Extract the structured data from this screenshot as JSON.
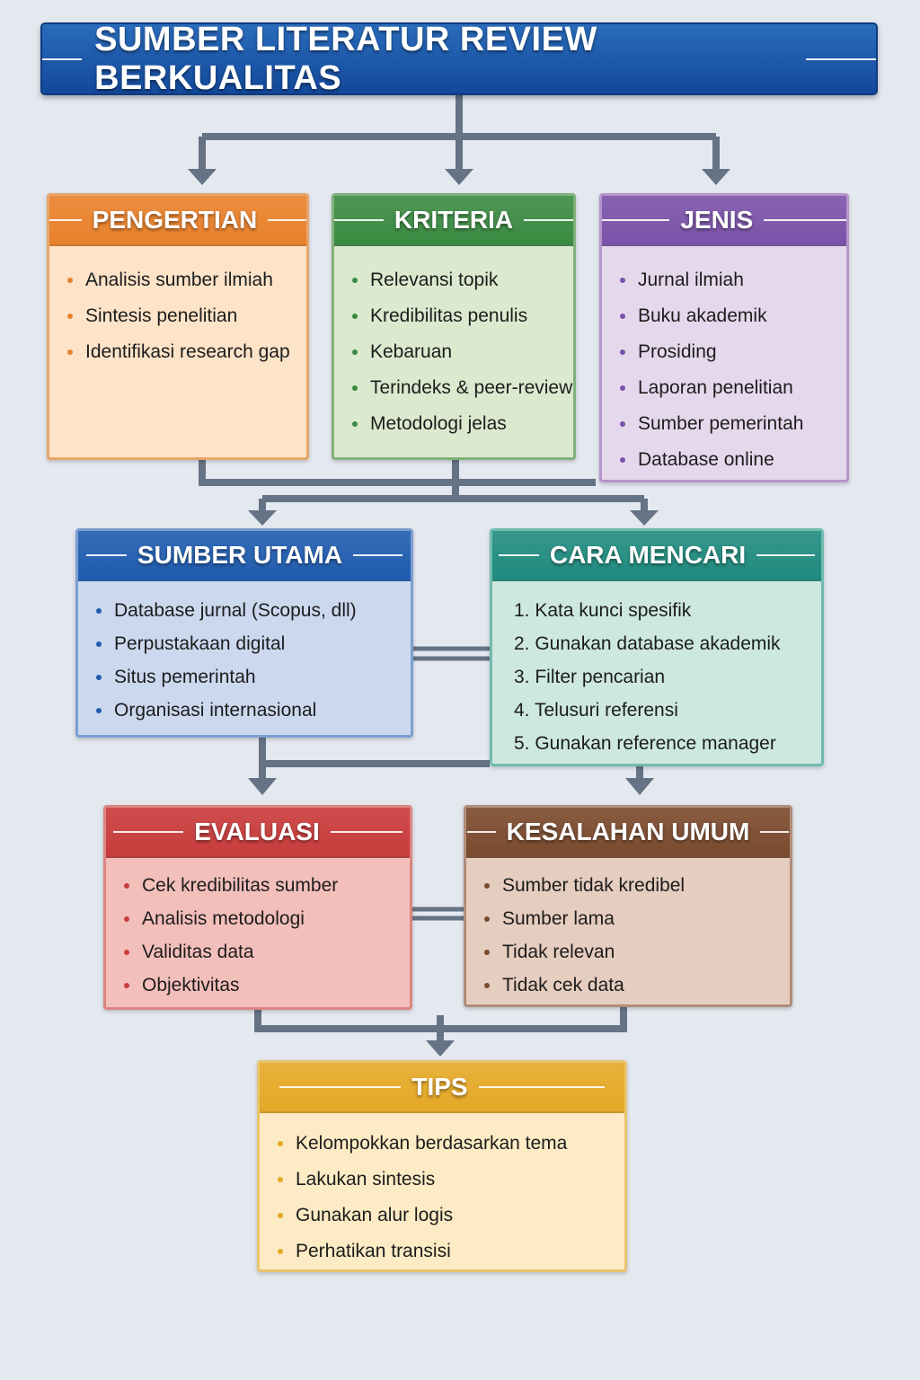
{
  "title": "SUMBER LITERATUR REVIEW BERKUALITAS",
  "colors": {
    "pengertian": "#e8802a",
    "kriteria": "#3a8a42",
    "jenis": "#7a52a8",
    "sumber_utama": "#1f5cae",
    "cara_mencari": "#1f8a7e",
    "evaluasi": "#c83c3c",
    "kesalahan": "#7a4a2e",
    "tips": "#e4a826",
    "connector": "#657385"
  },
  "pengertian": {
    "title": "PENGERTIAN",
    "items": [
      "Analisis sumber ilmiah",
      "Sintesis penelitian",
      "Identifikasi research gap"
    ]
  },
  "kriteria": {
    "title": "KRITERIA",
    "items": [
      "Relevansi topik",
      "Kredibilitas penulis",
      "Kebaruan",
      "Terindeks & peer-review",
      "Metodologi jelas"
    ]
  },
  "jenis": {
    "title": "JENIS",
    "items": [
      "Jurnal ilmiah",
      "Buku akademik",
      "Prosiding",
      "Laporan penelitian",
      "Sumber pemerintah",
      "Database online"
    ]
  },
  "sumber_utama": {
    "title": "SUMBER UTAMA",
    "items": [
      "Database jurnal (Scopus, dll)",
      "Perpustakaan digital",
      "Situs pemerintah",
      "Organisasi internasional"
    ]
  },
  "cara_mencari": {
    "title": "CARA MENCARI",
    "items": [
      "1. Kata kunci spesifik",
      "2. Gunakan database akademik",
      "3. Filter pencarian",
      "4. Telusuri referensi",
      "5. Gunakan reference manager"
    ]
  },
  "evaluasi": {
    "title": "EVALUASI",
    "items": [
      "Cek kredibilitas sumber",
      "Analisis metodologi",
      "Validitas data",
      "Objektivitas"
    ]
  },
  "kesalahan": {
    "title": "KESALAHAN UMUM",
    "items": [
      "Sumber tidak kredibel",
      "Sumber lama",
      "Tidak relevan",
      "Tidak cek data"
    ]
  },
  "tips": {
    "title": "TIPS",
    "items": [
      "Kelompokkan berdasarkan tema",
      "Lakukan sintesis",
      "Gunakan alur logis",
      "Perhatikan transisi"
    ]
  }
}
